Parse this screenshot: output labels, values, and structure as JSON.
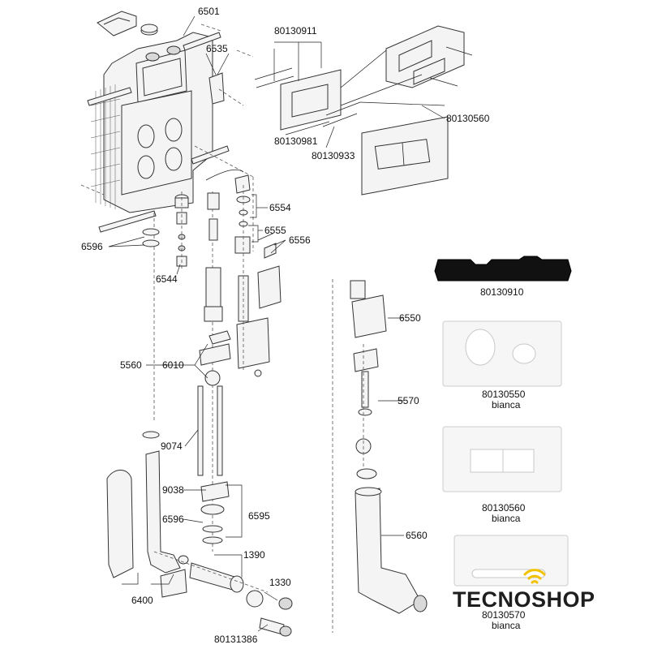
{
  "labels": {
    "p6501": "6501",
    "p6535": "6535",
    "p6596a": "6596",
    "p6544": "6544",
    "p5560": "5560",
    "p6010": "6010",
    "p9074": "9074",
    "p9038": "9038",
    "p6596b": "6596",
    "p6595": "6595",
    "p1390": "1390",
    "p6400": "6400",
    "p1330": "1330",
    "p80131386": "80131386",
    "p6554": "6554",
    "p6555": "6555",
    "p6556": "6556",
    "p80130911": "80130911",
    "p80130981": "80130981",
    "p80130933": "80130933",
    "p80130560top": "80130560",
    "p80130910": "80130910",
    "p6550": "6550",
    "p5570": "5570",
    "p6560": "6560",
    "p80130550": "80130550",
    "p80130550c": "bianca",
    "p80130560": "80130560",
    "p80130560c": "bianca",
    "p80130570": "80130570",
    "p80130570c": "bianca"
  },
  "logo": {
    "text": "TECNOSHOP",
    "accent_color": "#f2c100",
    "icon": "wifi-signal-icon"
  },
  "colors": {
    "line": "#222222",
    "part_fill": "#f4f4f4",
    "background": "#ffffff"
  }
}
